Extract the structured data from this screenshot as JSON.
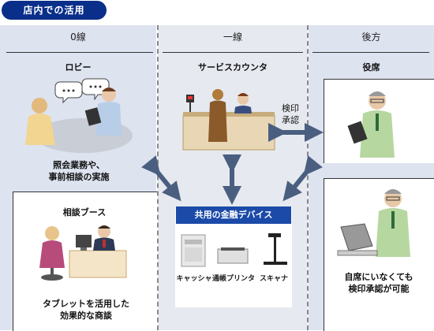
{
  "header": {
    "title": "店内での活用"
  },
  "columns": {
    "left": "0線",
    "middle": "一線",
    "right": "後方"
  },
  "lobby": {
    "title": "ロビー",
    "caption_line1": "照会業務や、",
    "caption_line2": "事前相談の実施"
  },
  "booth": {
    "title": "相談ブース",
    "caption_line1": "タブレットを活用した",
    "caption_line2": "効果的な商談"
  },
  "counter": {
    "title": "サービスカウンタ",
    "arrow_label_line1": "検印",
    "arrow_label_line2": "承認"
  },
  "devices": {
    "title": "共用の金融デバイス",
    "items": [
      "キャッシャ",
      "通帳プリンタ",
      "スキャナ"
    ]
  },
  "back_office": {
    "title": "役席",
    "caption_line1": "自席にいなくても",
    "caption_line2": "検印承認が可能"
  },
  "colors": {
    "header_pill": "#0a2f8a",
    "column_bg": "#dde3ef",
    "device_band": "#1b4aa8",
    "arrow": "#4a5f80"
  }
}
